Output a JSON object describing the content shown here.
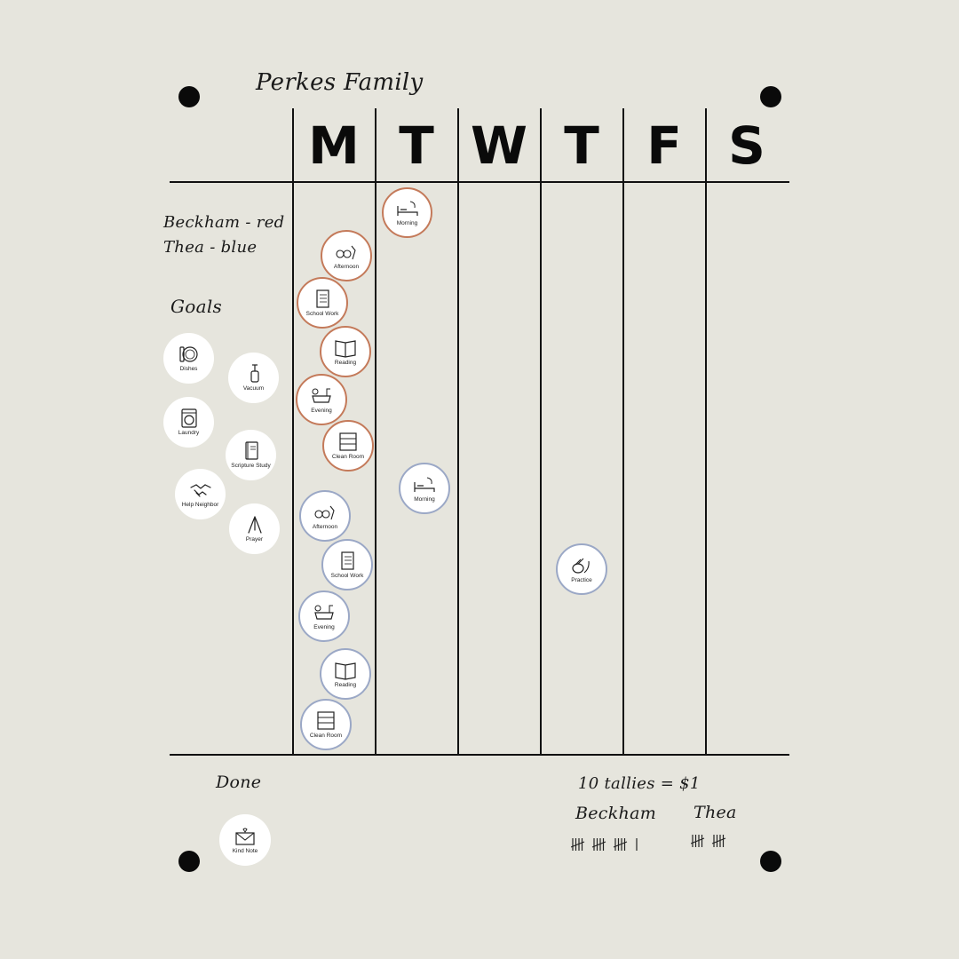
{
  "board": {
    "title": "Perkes Family",
    "days": [
      "M",
      "T",
      "W",
      "T",
      "F",
      "S"
    ],
    "legend": [
      "Beckham - red",
      "Thea - blue"
    ],
    "goals_label": "Goals",
    "done_label": "Done",
    "tally_rule": "10 tallies = $1",
    "colors": {
      "background": "#e6e5dd",
      "red": "#c47a5a",
      "blue": "#9ba8c6",
      "ink": "#111111"
    }
  },
  "goals": [
    {
      "label": "Dishes",
      "icon": "dishes-icon"
    },
    {
      "label": "Vacuum",
      "icon": "vacuum-icon"
    },
    {
      "label": "Laundry",
      "icon": "laundry-icon"
    },
    {
      "label": "Scripture Study",
      "icon": "scripture-icon"
    },
    {
      "label": "Help Neighbor",
      "icon": "handshake-icon"
    },
    {
      "label": "Prayer",
      "icon": "prayer-hands-icon"
    }
  ],
  "beckham_magnets": [
    {
      "label": "Morning",
      "icon": "bed-icon",
      "day": "T"
    },
    {
      "label": "Afternoon",
      "icon": "snacks-icon",
      "day": "M"
    },
    {
      "label": "School Work",
      "icon": "notebook-icon",
      "day": "M"
    },
    {
      "label": "Reading",
      "icon": "open-book-icon",
      "day": "M"
    },
    {
      "label": "Evening",
      "icon": "bath-icon",
      "day": "M"
    },
    {
      "label": "Clean Room",
      "icon": "dresser-icon",
      "day": "M"
    }
  ],
  "thea_magnets": [
    {
      "label": "Morning",
      "icon": "bed-icon",
      "day": "T"
    },
    {
      "label": "Afternoon",
      "icon": "snacks-icon",
      "day": "M"
    },
    {
      "label": "School Work",
      "icon": "notebook-icon",
      "day": "M"
    },
    {
      "label": "Evening",
      "icon": "bath-icon",
      "day": "M"
    },
    {
      "label": "Reading",
      "icon": "open-book-icon",
      "day": "M"
    },
    {
      "label": "Clean Room",
      "icon": "dresser-icon",
      "day": "M"
    },
    {
      "label": "Practice",
      "icon": "ballet-shoes-icon",
      "day": "T"
    }
  ],
  "done": [
    {
      "label": "Kind Note",
      "icon": "envelope-heart-icon"
    }
  ],
  "tallies": [
    {
      "name": "Beckham",
      "count": 16
    },
    {
      "name": "Thea",
      "count": 10
    }
  ]
}
